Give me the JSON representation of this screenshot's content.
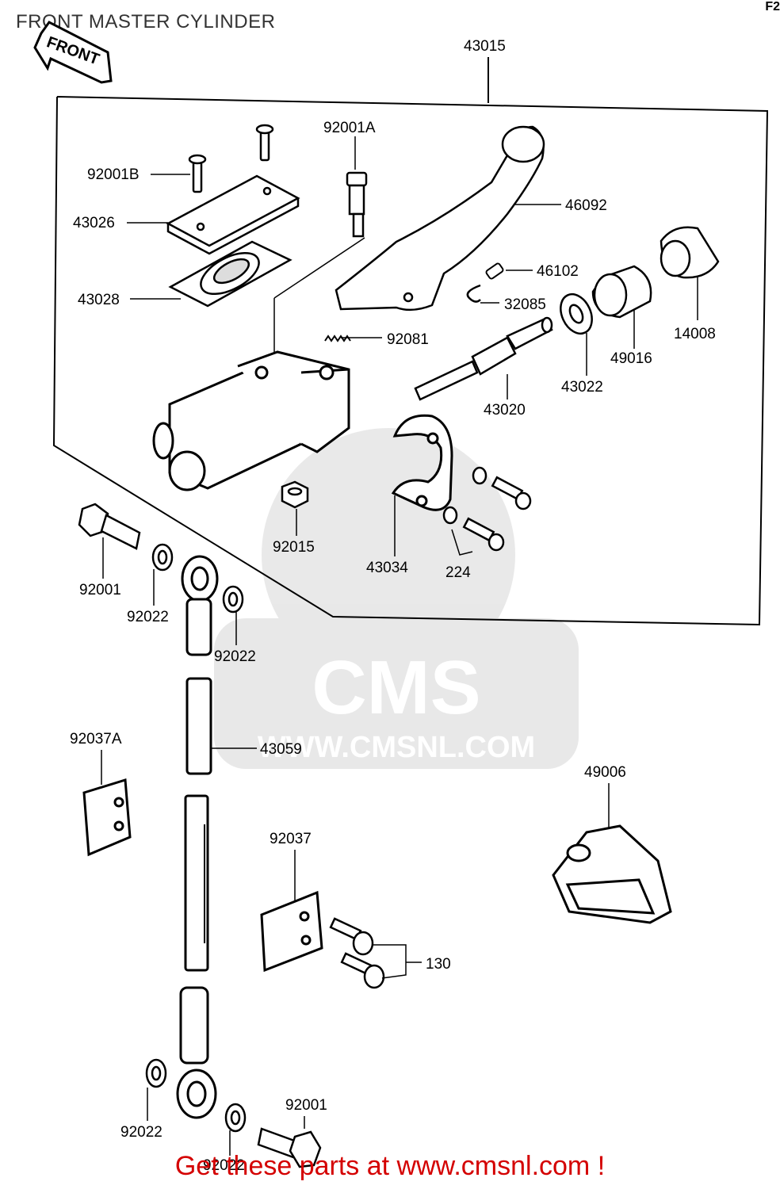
{
  "title": "FRONT MASTER CYLINDER",
  "page_code": "F2",
  "front_arrow_label": "FRONT",
  "watermark": {
    "brand": "CMS",
    "url": "WWW.CMSNL.COM"
  },
  "footer": "Get these parts at www.cmsnl.com !",
  "parts": {
    "p43015": "43015",
    "p92001A": "92001A",
    "p92001B": "92001B",
    "p46092": "46092",
    "p43026": "43026",
    "p46102": "46102",
    "p43028": "43028",
    "p32085": "32085",
    "p14008": "14008",
    "p92081": "92081",
    "p49016": "49016",
    "p43022": "43022",
    "p43020": "43020",
    "p92015": "92015",
    "p43034": "43034",
    "p224": "224",
    "p92001_top": "92001",
    "p92022_a": "92022",
    "p92022_b": "92022",
    "p43059": "43059",
    "p92037A": "92037A",
    "p49006": "49006",
    "p92037": "92037",
    "p130": "130",
    "p92001_bottom": "92001",
    "p92022_c": "92022",
    "p92022_d": "92022"
  }
}
